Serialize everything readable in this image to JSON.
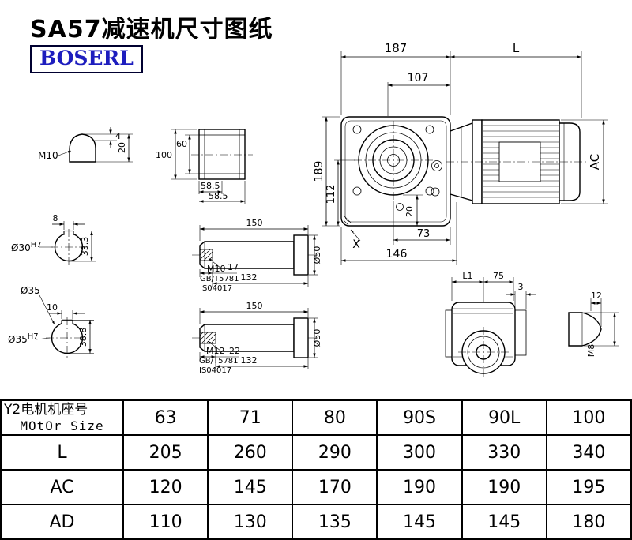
{
  "page": {
    "title": "SA57减速机尺寸图纸",
    "brand": "BOSERL"
  },
  "colors": {
    "brand_blue": "#1d1dbe",
    "line": "#000000"
  },
  "dims": {
    "plug_top": {
      "thread": "M10",
      "d4": "4",
      "d20": "20"
    },
    "bush": {
      "d100": "100",
      "d60": "60",
      "d585a": "58.5",
      "d585b": "58.5"
    },
    "main": {
      "d187": "187",
      "L": "L",
      "d107": "107",
      "d189": "189",
      "d112": "112",
      "d20": "20",
      "AC": "AC",
      "d73": "73",
      "d146": "146",
      "X": "X"
    },
    "bore1": {
      "key_w": "8",
      "dia": "Ø30",
      "tol": "H7",
      "depth": "33.3"
    },
    "bore2": {
      "key_w": "10",
      "dia": "Ø35",
      "tol": "H7",
      "depth": "38.8",
      "outer": "Ø35"
    },
    "shaft1": {
      "len": "150",
      "thread": "M10",
      "std1": "GB/T5781",
      "std2": "IS04017",
      "key_len": "17",
      "body_len": "132",
      "flange_dia": "Ø50"
    },
    "shaft2": {
      "len": "150",
      "thread": "M12",
      "std1": "GB/T5781",
      "std2": "IS04017",
      "key_len": "22",
      "body_len": "132",
      "flange_dia": "Ø50"
    },
    "rear": {
      "L1": "L1",
      "d75": "75",
      "d3": "3"
    },
    "plug_right": {
      "d12": "12",
      "thread": "M8"
    }
  },
  "table": {
    "motor_row": {
      "label_cn": "Y2电机机座号",
      "label_en": "MOtOr Size",
      "values": [
        "63",
        "71",
        "80",
        "90S",
        "90L",
        "100"
      ]
    },
    "rows": [
      {
        "label": "L",
        "values": [
          "205",
          "260",
          "290",
          "300",
          "330",
          "340"
        ]
      },
      {
        "label": "AC",
        "values": [
          "120",
          "145",
          "170",
          "190",
          "190",
          "195"
        ]
      },
      {
        "label": "AD",
        "values": [
          "110",
          "130",
          "135",
          "145",
          "145",
          "180"
        ]
      }
    ]
  }
}
